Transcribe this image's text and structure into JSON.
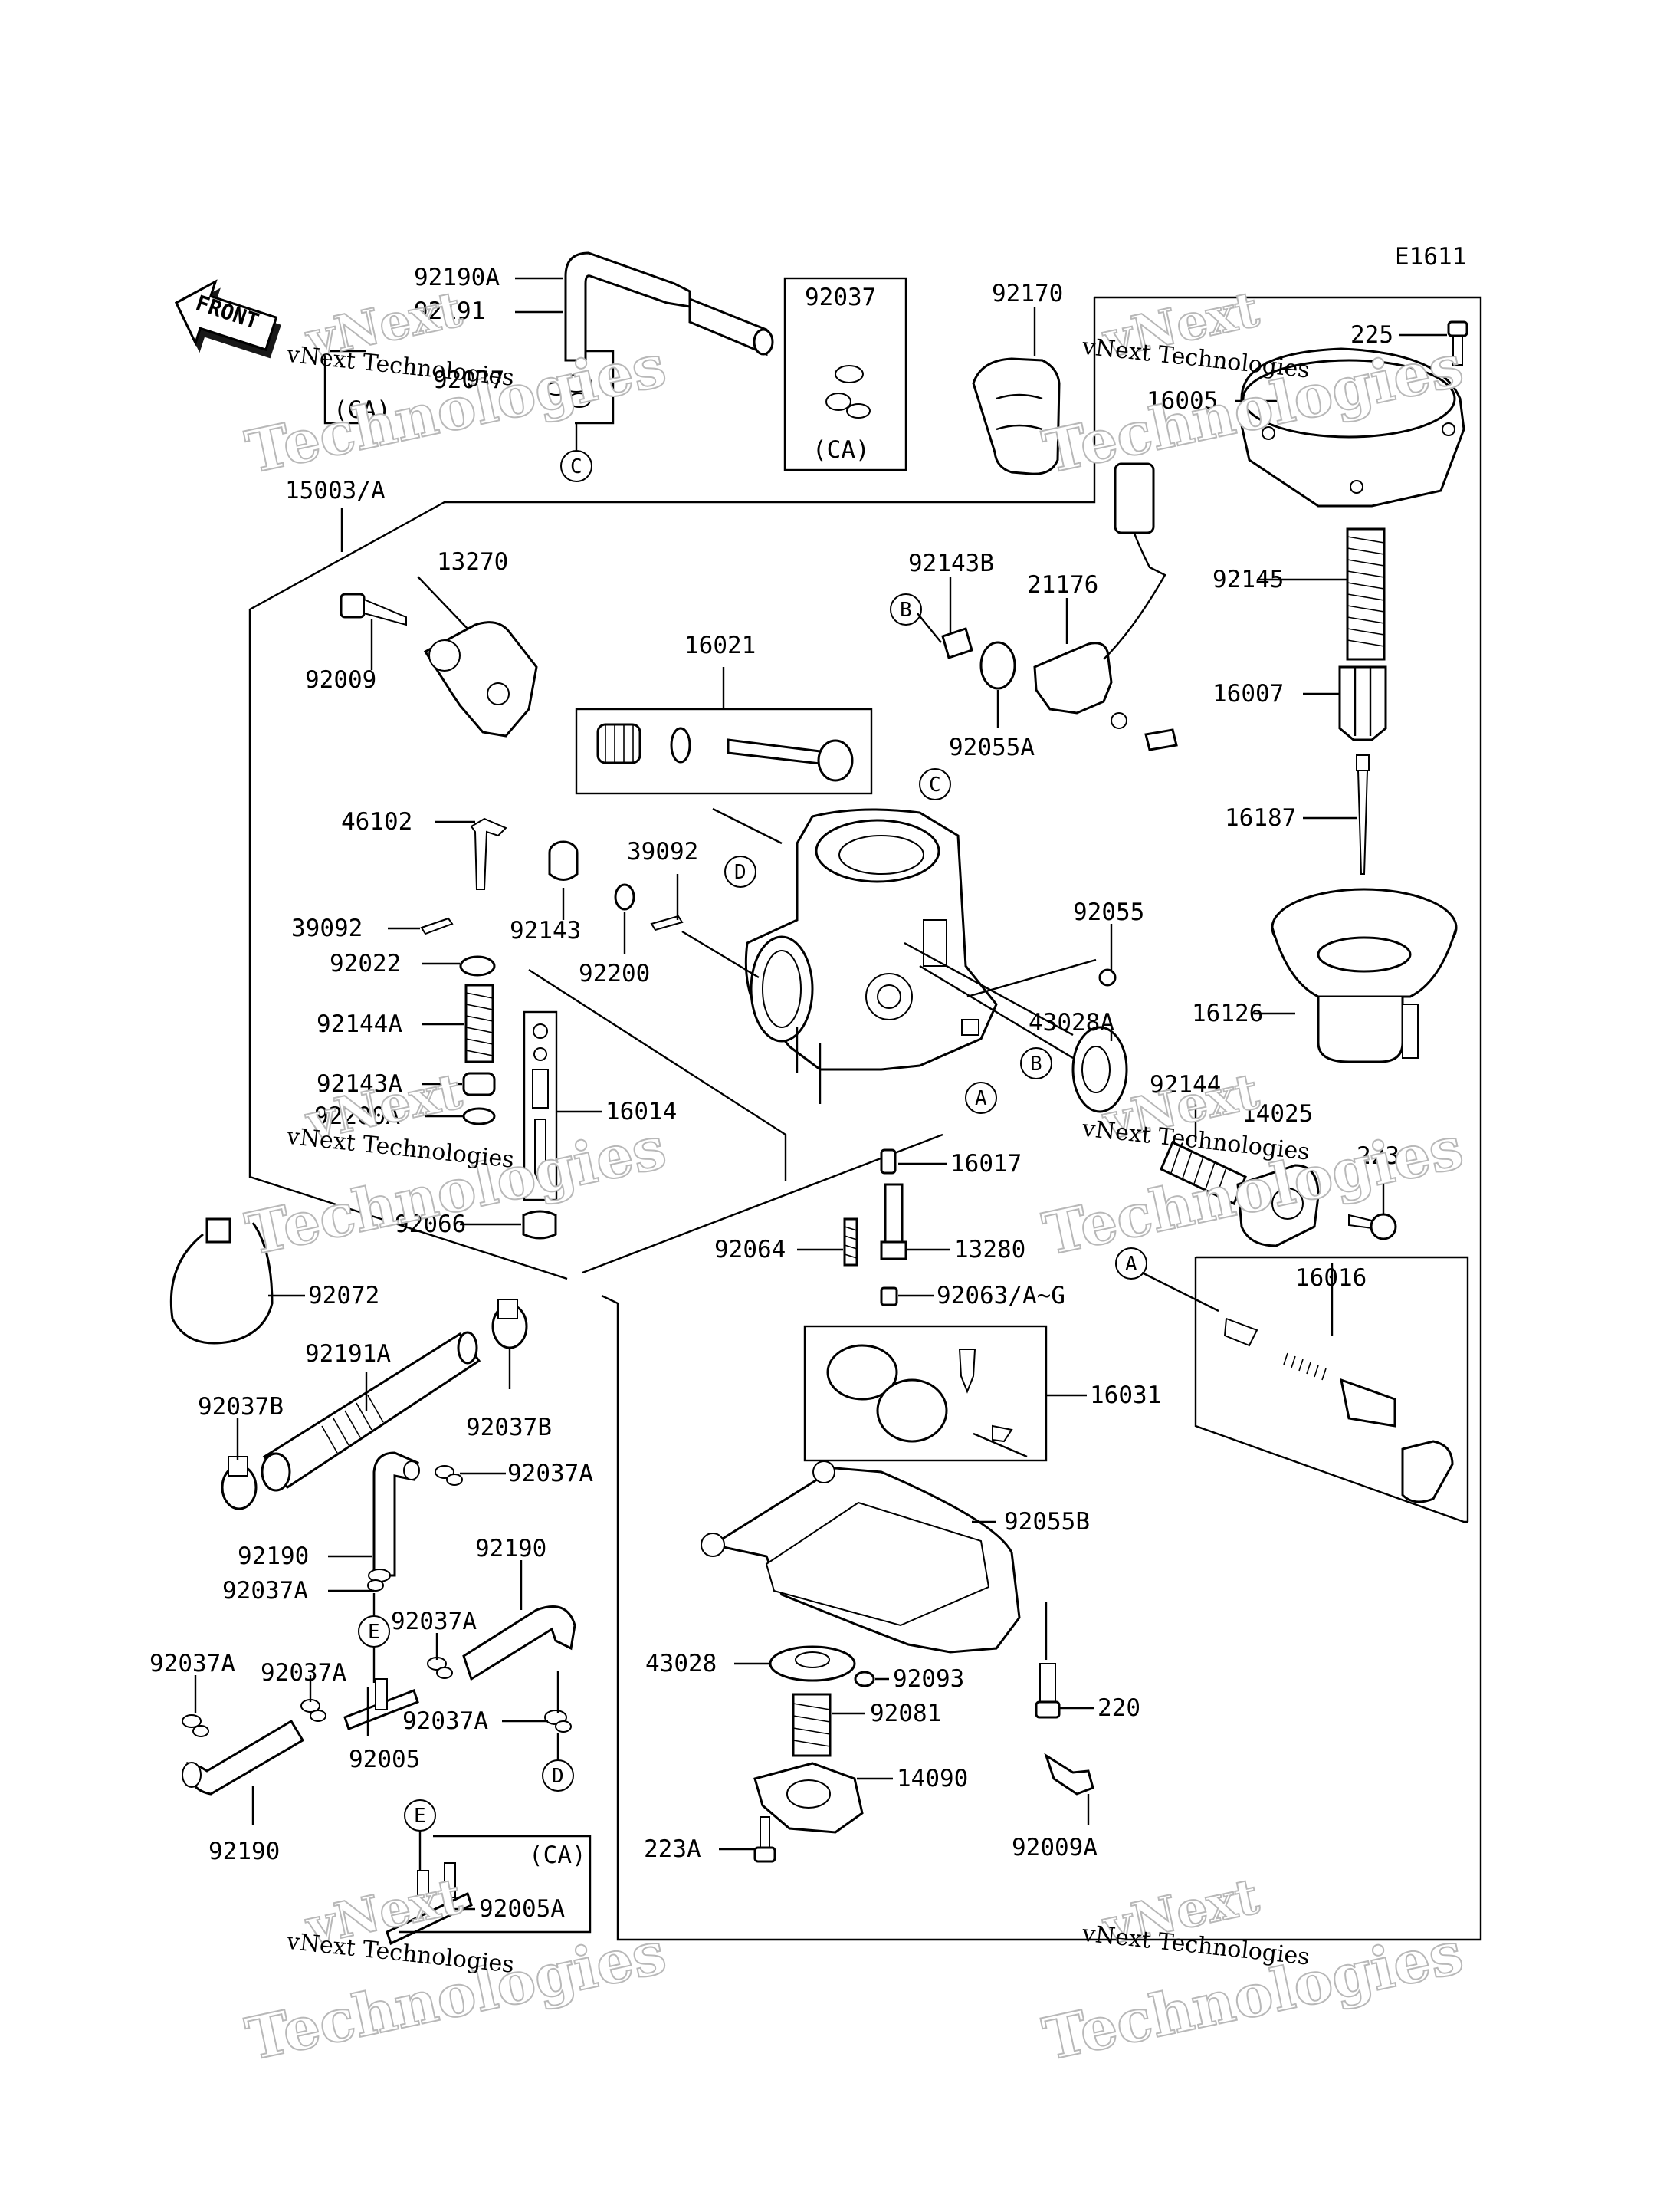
{
  "diagram": {
    "code": "E1611",
    "front_label": "FRONT",
    "watermark": {
      "line1": "vNext Technologies",
      "line2a": "vNext",
      "line2b": "Technologies"
    },
    "callouts": [
      "A",
      "B",
      "C",
      "D",
      "E"
    ],
    "labels": {
      "p92190A": "92190A",
      "p92191": "92191",
      "p92037_left": "92037",
      "ca_left": "(CA)",
      "p92037_top": "92037",
      "ca_top": "(CA)",
      "p92170": "92170",
      "p225": "225",
      "p16005": "16005",
      "p15003A": "15003/A",
      "p13270": "13270",
      "p92009": "92009",
      "p16021": "16021",
      "p92143B": "92143B",
      "p21176": "21176",
      "p92055A": "92055A",
      "p92145": "92145",
      "p16007": "16007",
      "p16187": "16187",
      "p16126": "16126",
      "p46102": "46102",
      "p39092_a": "39092",
      "p39092_b": "39092",
      "p92143": "92143",
      "p92200": "92200",
      "p92022": "92022",
      "p92144A": "92144A",
      "p92143A": "92143A",
      "p92200A": "92200A",
      "p16014": "16014",
      "p92066": "92066",
      "p92055": "92055",
      "p43028A": "43028A",
      "p92144": "92144",
      "p14025": "14025",
      "p223": "223",
      "p16017": "16017",
      "p92064": "92064",
      "p13280": "13280",
      "p92063": "92063/A~G",
      "p16016": "16016",
      "p16031": "16031",
      "p92072": "92072",
      "p92191A": "92191A",
      "p92037B_l": "92037B",
      "p92037B_r": "92037B",
      "p92037A_1": "92037A",
      "p92190_1": "92190",
      "p92037A_2": "92037A",
      "p92190_2": "92190",
      "p92037A_3": "92037A",
      "p92037A_4": "92037A",
      "p92037A_5": "92037A",
      "p92037A_6": "92037A",
      "p92005": "92005",
      "p92190_3": "92190",
      "ca_bottom": "(CA)",
      "p92005A": "92005A",
      "p92055B": "92055B",
      "p43028": "43028",
      "p92093": "92093",
      "p92081": "92081",
      "p220": "220",
      "p14090": "14090",
      "p223A": "223A",
      "p92009A": "92009A"
    }
  }
}
